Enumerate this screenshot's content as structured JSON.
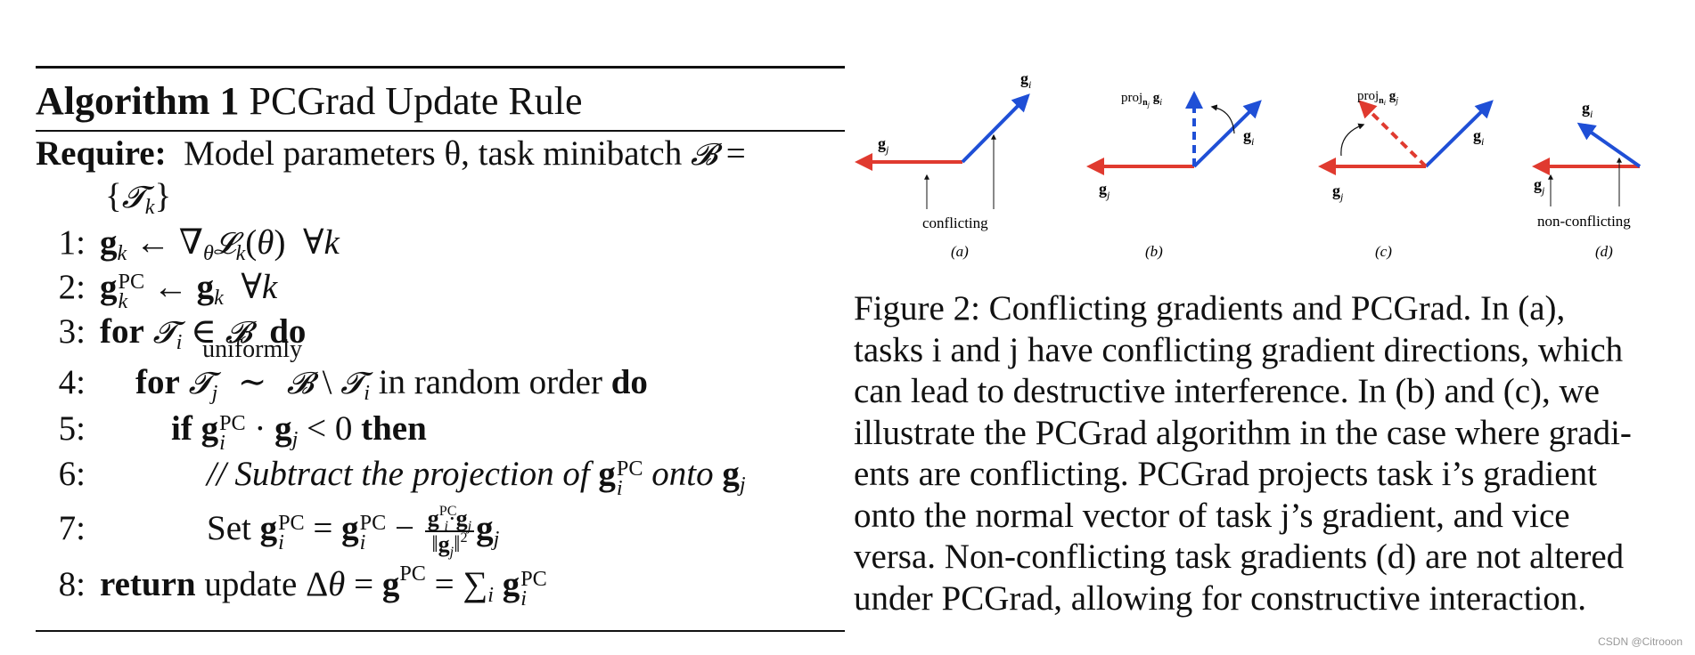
{
  "algorithm": {
    "label": "Algorithm 1",
    "name": "PCGrad Update Rule",
    "require_keyword": "Require:",
    "require_text_1": "Model parameters θ, task minibatch ",
    "require_text_2": "{",
    "require_text_3": "}",
    "step_numbers": [
      "1:",
      "2:",
      "3:",
      "4:",
      "5:",
      "6:",
      "7:",
      "8:"
    ],
    "kw_for": "for",
    "kw_do": "do",
    "kw_if": "if",
    "kw_then": "then",
    "kw_return": "return",
    "over_label": "uniformly",
    "random_order": "in random order",
    "comment": "// Subtract the projection of",
    "comment_onto": "onto",
    "set_word": "Set",
    "update_word": "update",
    "pc": "PC"
  },
  "figure": {
    "panel_labels": [
      "(a)",
      "(b)",
      "(c)",
      "(d)"
    ],
    "annot_conflicting": "conflicting",
    "annot_nonconflicting": "non-conflicting",
    "proj_prefix": "proj",
    "colors": {
      "red": "#e03a2f",
      "blue": "#1f4fd6",
      "ink": "#111111"
    }
  },
  "caption": {
    "lines": [
      "Figure 2:  Conflicting gradients and PCGrad.  In (a),",
      "tasks i and j have conflicting gradient directions, which",
      "can lead to destructive interference. In (b) and (c), we",
      "illustrate the PCGrad algorithm in the case where gradi-",
      "ents are conflicting. PCGrad projects task i’s gradient",
      "onto the normal vector of task j’s gradient, and vice",
      "versa. Non-conflicting task gradients (d) are not altered",
      "under PCGrad, allowing for constructive interaction."
    ]
  },
  "watermark": "CSDN @Citrooon"
}
